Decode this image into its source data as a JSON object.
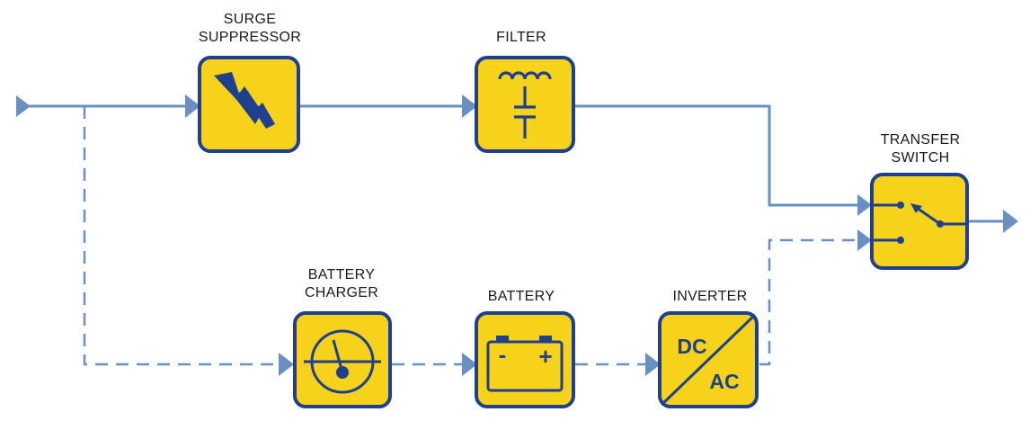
{
  "colors": {
    "line": "#6a8fc2",
    "box_fill": "#f6d21a",
    "box_stroke": "#1f3f8f",
    "icon": "#1f3f8f",
    "label_text": "#1a1a1a"
  },
  "blocks": {
    "surge": {
      "label_line1": "SURGE",
      "label_line2": "SUPPRESSOR",
      "icon": "lightning-bolt-icon"
    },
    "filter": {
      "label_line1": "FILTER",
      "icon": "inductor-capacitor-icon"
    },
    "transfer": {
      "label_line1": "TRANSFER",
      "label_line2": "SWITCH",
      "icon": "switch-icon"
    },
    "charger": {
      "label_line1": "BATTERY",
      "label_line2": "CHARGER",
      "icon": "meter-gauge-icon"
    },
    "battery": {
      "label_line1": "BATTERY",
      "icon": "battery-icon",
      "minus": "-",
      "plus": "+"
    },
    "inverter": {
      "label_line1": "INVERTER",
      "icon": "dc-ac-icon",
      "dc": "DC",
      "ac": "AC"
    }
  }
}
